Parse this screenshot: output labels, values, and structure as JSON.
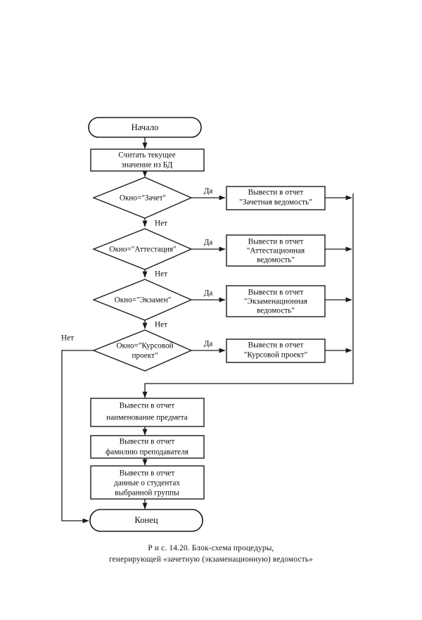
{
  "figure": {
    "caption_line1": "Р и с. 14.20. Блок-схема процедуры,",
    "caption_line2": "генерирующей «зачетную (экзаменационную) ведомость»",
    "ink_color": "#1a1a1a",
    "page_background": "#ffffff"
  },
  "nodes": {
    "start": {
      "label": "Начало",
      "shape": "terminal"
    },
    "read_db": {
      "line1": "Считать текущее",
      "line2": "значение из БД",
      "shape": "process"
    },
    "decision_zachet": {
      "label": "Окно=\"Зачет\"",
      "shape": "decision"
    },
    "decision_attestaciya": {
      "label": "Окно=\"Аттестация\"",
      "shape": "decision"
    },
    "decision_ekzamen": {
      "label": "Окно=\"Экзамен\"",
      "shape": "decision"
    },
    "decision_kursovoy": {
      "line1": "Окно=\"Курсовой",
      "line2": "проект\"",
      "shape": "decision"
    },
    "report_zachet": {
      "line1": "Вывести в отчет",
      "line2": "\"Зачетная ведомость\"",
      "shape": "process"
    },
    "report_attestaciya": {
      "line1": "Вывести в отчет",
      "line2": "\"Аттестационная",
      "line3": "ведомость\"",
      "shape": "process"
    },
    "report_ekzamen": {
      "line1": "Вывести в отчет",
      "line2": "\"Экзаменационная",
      "line3": "ведомость\"",
      "shape": "process"
    },
    "report_kursovoy": {
      "line1": "Вывести в отчет",
      "line2": "\"Курсовой проект\"",
      "shape": "process"
    },
    "report_subject": {
      "line1": "Вывести в отчет",
      "line2": "наименование предмета",
      "shape": "process"
    },
    "report_teacher": {
      "line1": "Вывести в отчет",
      "line2": "фамилию преподавателя",
      "shape": "process"
    },
    "report_students": {
      "line1": "Вывести в отчет",
      "line2": "данные о студентах",
      "line3": "выбранной группы",
      "shape": "process"
    },
    "end": {
      "label": "Конец",
      "shape": "terminal"
    }
  },
  "edge_labels": {
    "yes_zachet": "Да",
    "no_zachet": "Нет",
    "yes_attestaciya": "Да",
    "no_attestaciya": "Нет",
    "yes_ekzamen": "Да",
    "no_ekzamen": "Нет",
    "yes_kursovoy": "Да",
    "no_kursovoy": "Нет"
  }
}
